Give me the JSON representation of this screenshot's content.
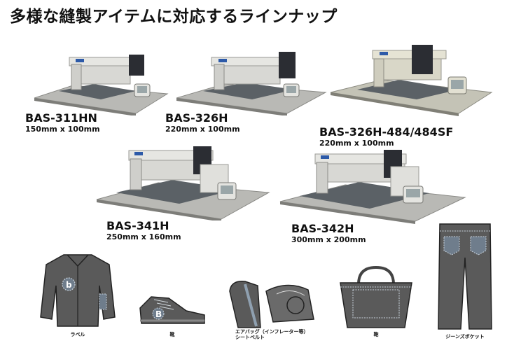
{
  "title": "多様な縫製アイテムに対応するラインナップ",
  "machines": [
    {
      "name": "BAS-311HN",
      "size": "150mm x 100mm"
    },
    {
      "name": "BAS-326H",
      "size": "220mm x 100mm"
    },
    {
      "name": "BAS-326H-484/484SF",
      "size": "220mm x 100mm"
    },
    {
      "name": "BAS-341H",
      "size": "250mm x 160mm"
    },
    {
      "name": "BAS-342H",
      "size": "300mm x 200mm"
    }
  ],
  "items": [
    {
      "label": "ラベル"
    },
    {
      "label": "靴"
    },
    {
      "label": "エアバッグ（インフレーター等）\nシートベルト"
    },
    {
      "label": "鞄"
    },
    {
      "label": "ジーンズポケット"
    }
  ]
}
